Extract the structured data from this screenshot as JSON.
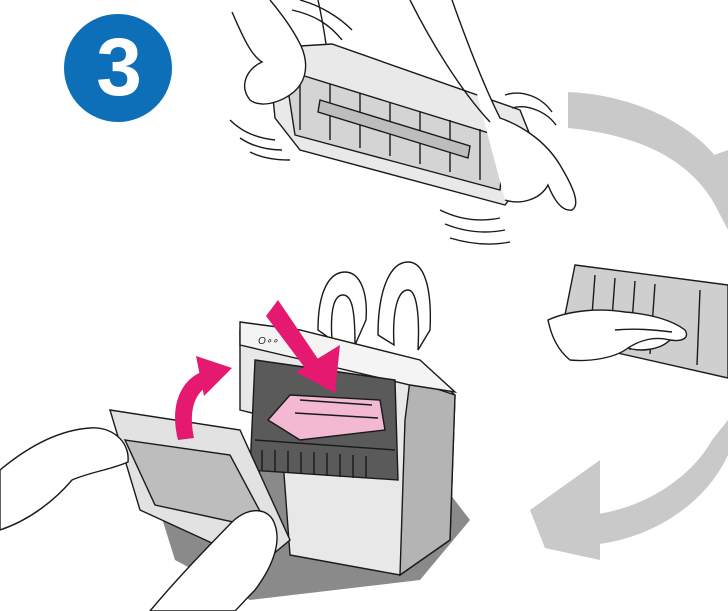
{
  "step": {
    "number": "3"
  },
  "colors": {
    "badge": "#0d6fb8",
    "accent_arrow": "#e5196f",
    "cartridge": "#f3b9d3",
    "cycle_arrow": "#c9c9c9",
    "line": "#1a1a1a",
    "panel_shade": "#8a8a8a"
  },
  "icons": {
    "badge": "step-number-circle",
    "rotate": "circular-arrows",
    "insert": "down-arrow",
    "lift": "curved-up-arrow"
  },
  "illustrations": [
    "hands-shaking-toner-cartridge",
    "printer-with-open-door-inserting-cartridge",
    "hand-on-cartridge-detail"
  ]
}
